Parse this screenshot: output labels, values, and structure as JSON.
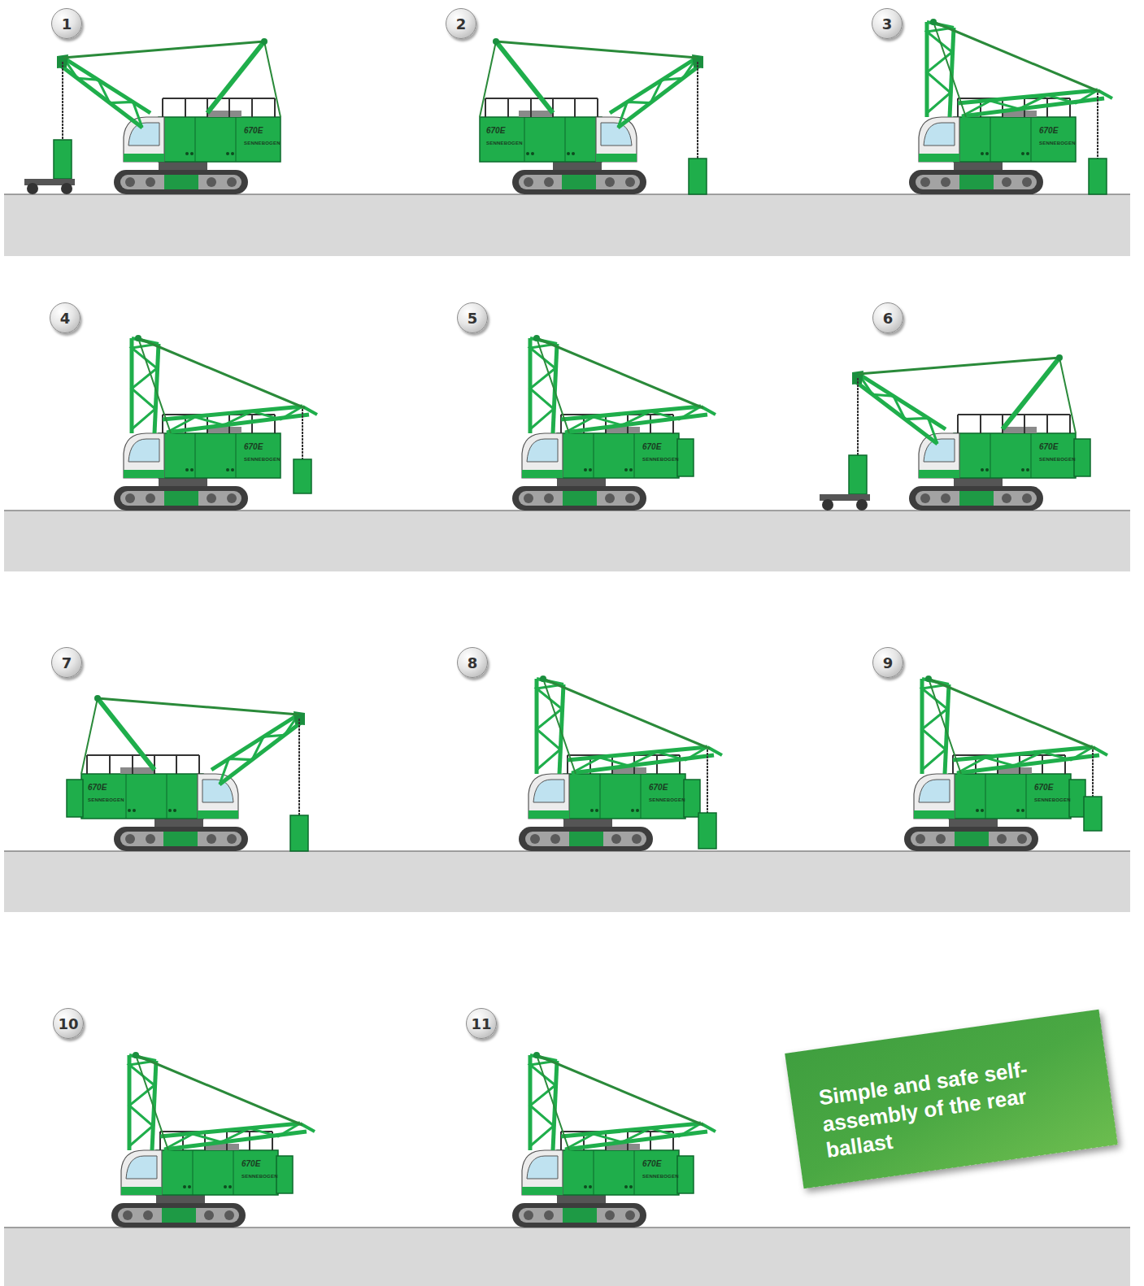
{
  "diagram": {
    "nodes": [
      {
        "text": [
          "1"
        ]
      },
      {
        "text": [
          "2"
        ]
      },
      {
        "text": [
          "3"
        ]
      },
      {
        "text": [
          "4"
        ]
      },
      {
        "text": [
          "5"
        ]
      },
      {
        "text": [
          "6"
        ]
      },
      {
        "text": [
          "7"
        ]
      },
      {
        "text": [
          "8"
        ]
      },
      {
        "text": [
          "9"
        ]
      },
      {
        "text": [
          "10"
        ]
      },
      {
        "text": [
          "11"
        ]
      },
      {
        "text": [
          "Simple and safe self-assembly of the rear ballast"
        ]
      }
    ],
    "labels": [
      "670E",
      "SENNEBOGEN",
      "670E",
      "SENNEBOGEN",
      "670E",
      "SENNEBOGEN",
      "670E",
      "SENNEBOGEN",
      "670E",
      "SENNEBOGEN",
      "670E",
      "SENNEBOGEN",
      "670E",
      "SENNEBOGEN",
      "670E",
      "SENNEBOGEN",
      "670E",
      "SENNEBOGEN",
      "670E",
      "SENNEBOGEN",
      "670E",
      "SENNEBOGEN"
    ]
  }
}
